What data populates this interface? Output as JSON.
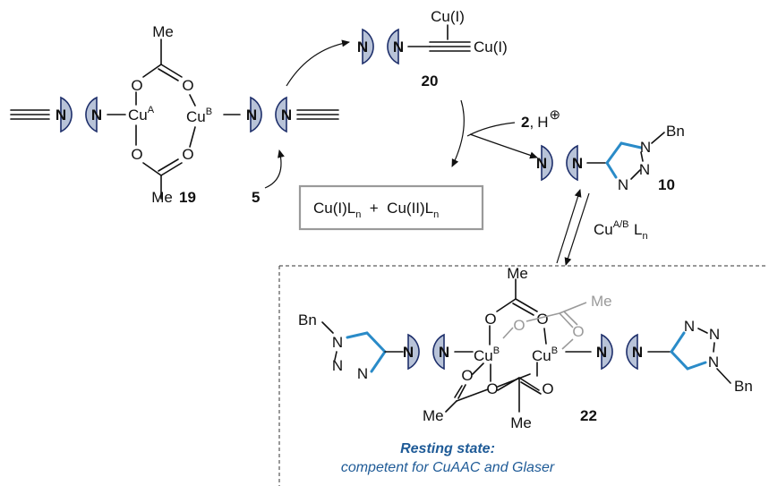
{
  "atoms": {
    "N": "N",
    "O": "O",
    "Me": "Me",
    "Cu": "Cu",
    "Bn": "Bn",
    "H": "H",
    "CuI": "Cu(I)"
  },
  "labels": {
    "sup_A": "A",
    "sup_B": "B",
    "sup_AB": "A/B",
    "comma": ",",
    "plus": "⊕",
    "sub_n": "n"
  },
  "compounds": {
    "c19": "19",
    "c20": "20",
    "c10": "10",
    "c22": "22",
    "c2": "2",
    "c5": "5"
  },
  "box": {
    "left": "Cu(I)L",
    "middle": "  +  Cu(II)L",
    "sub": "n"
  },
  "equilibrium_reagent": "Cu",
  "resting_state": {
    "title": "Resting state:",
    "subtitle": "competent for CuAAC and Glaser"
  },
  "colors": {
    "ligand_fill": "#b8c3d8",
    "ligand_stroke": "#1e2f6b",
    "triazole_blue": "#2a8bc8",
    "caption_blue": "#1f5b97"
  }
}
